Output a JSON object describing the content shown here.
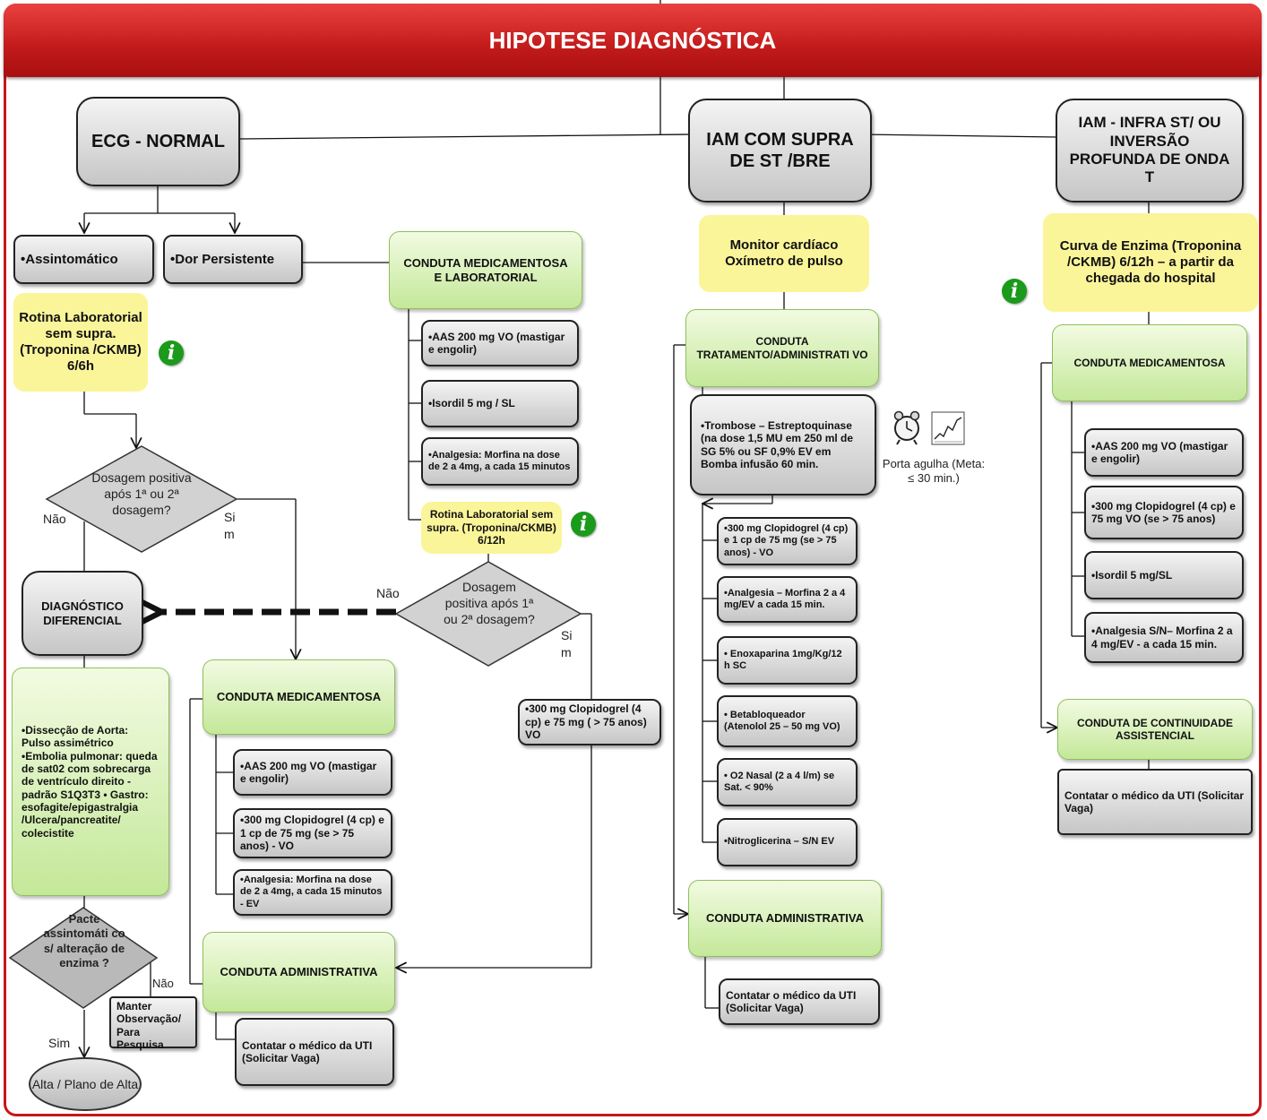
{
  "header": {
    "title": "HIPOTESE DIAGNÓSTICA"
  },
  "branches": {
    "ecg_normal": "ECG - NORMAL",
    "iam_supra": "IAM COM SUPRA DE ST /BRE",
    "iam_infra": "IAM  - INFRA ST/ OU INVERSÃO PROFUNDA DE ONDA T"
  },
  "left": {
    "assintomatico": "•Assintomático",
    "dor_persistente": "•Dor Persistente",
    "rotina1": "Rotina Laboratorial sem supra. (Troponina /CKMB) 6/6h",
    "decision1": "Dosagem positiva após 1ª ou 2ª dosagem?",
    "nao": "Não",
    "sim_wrap": "Si m",
    "diag_diferencial": "DIAGNÓSTICO DIFERENCIAL",
    "diferencial_text": "•Dissecção de Aorta: Pulso assimétrico •Embolia pulmonar: queda de sat02 com sobrecarga de ventrículo direito - padrão S1Q3T3 • Gastro: esofagite/epigastralgia /Ulcera/pancreatite/ colecistite",
    "decision3": "Pacte assintomáti co s/ alteração de enzima ?",
    "nao2": "Não",
    "sim2": "Sim",
    "manter": "Manter Observação/ Para Pesquisa",
    "alta": "Alta / Plano de Alta"
  },
  "middle": {
    "conduta_med_lab": "CONDUTA MEDICAMENTOSA E LABORATORIAL",
    "items_top": [
      "•AAS 200 mg VO (mastigar e engolir)",
      "•Isordil 5 mg / SL",
      "•Analgesia: Morfina na dose de 2 a 4mg, a cada 15 minutos"
    ],
    "rotina2": "Rotina Laboratorial sem supra. (Troponina/CKMB) 6/12h",
    "decision2": "Dosagem positiva após 1ª ou 2ª dosagem?",
    "nao": "Não",
    "sim_wrap": "Si m",
    "clopidogrel_side": "•300 mg Clopidogrel (4 cp) e 75 mg ( > 75 anos) VO",
    "conduta_med": "CONDUTA MEDICAMENTOSA",
    "items_bottom": [
      "•AAS 200 mg VO (mastigar e engolir)",
      "•300 mg Clopidogrel (4 cp) e 1 cp de 75 mg (se > 75 anos) - VO",
      "•Analgesia: Morfina na dose de 2 a 4mg, a cada 15 minutos - EV"
    ],
    "conduta_adm": "CONDUTA ADMINISTRATIVA",
    "contatar": "Contatar o médico da UTI (Solicitar Vaga)"
  },
  "supra": {
    "monitor": "Monitor cardíaco Oxímetro de pulso",
    "conduta_trat": "CONDUTA TRATAMENTO/ADMINISTRATI VO",
    "trombose": "•Trombose – Estreptoquinase (na dose 1,5 MU em 250 ml de SG 5% ou SF 0,9% EV em Bomba infusão 60 min.",
    "porta_agulha": "Porta agulha (Meta: ≤ 30 min.)",
    "items": [
      "•300 mg Clopidogrel (4 cp) e 1 cp de 75 mg (se > 75 anos) - VO",
      "•Analgesia – Morfina 2 a 4 mg/EV a cada 15 min.",
      "• Enoxaparina 1mg/Kg/12 h SC",
      "• Betabloqueador (Atenolol 25 – 50 mg VO)",
      "• O2 Nasal (2 a 4 l/m) se Sat. < 90%",
      "•Nitroglicerina – S/N EV"
    ],
    "conduta_adm": "CONDUTA ADMINISTRATIVA",
    "contatar": "Contatar o médico da UTI (Solicitar Vaga)"
  },
  "infra": {
    "curva": "Curva de Enzima (Troponina /CKMB) 6/12h – a partir da chegada do hospital",
    "conduta_med": "CONDUTA MEDICAMENTOSA",
    "items": [
      "•AAS 200 mg VO (mastigar e engolir)",
      "•300 mg Clopidogrel (4 cp) e 75 mg VO (se > 75 anos)",
      "•Isordil 5 mg/SL",
      "•Analgesia S/N– Morfina 2 a 4 mg/EV - a cada 15 min."
    ],
    "conduta_cont": "CONDUTA DE CONTINUIDADE ASSISTENCIAL",
    "contatar": "Contatar o médico da UTI (Solicitar Vaga)"
  },
  "icons": {
    "info": "i",
    "alarm": "alarm-clock-icon",
    "chart": "chart-icon"
  },
  "colors": {
    "header_red": "#c8161a",
    "info_green": "#1b9a1b",
    "yellow": "#fbf59a",
    "green": "#c4e899"
  }
}
